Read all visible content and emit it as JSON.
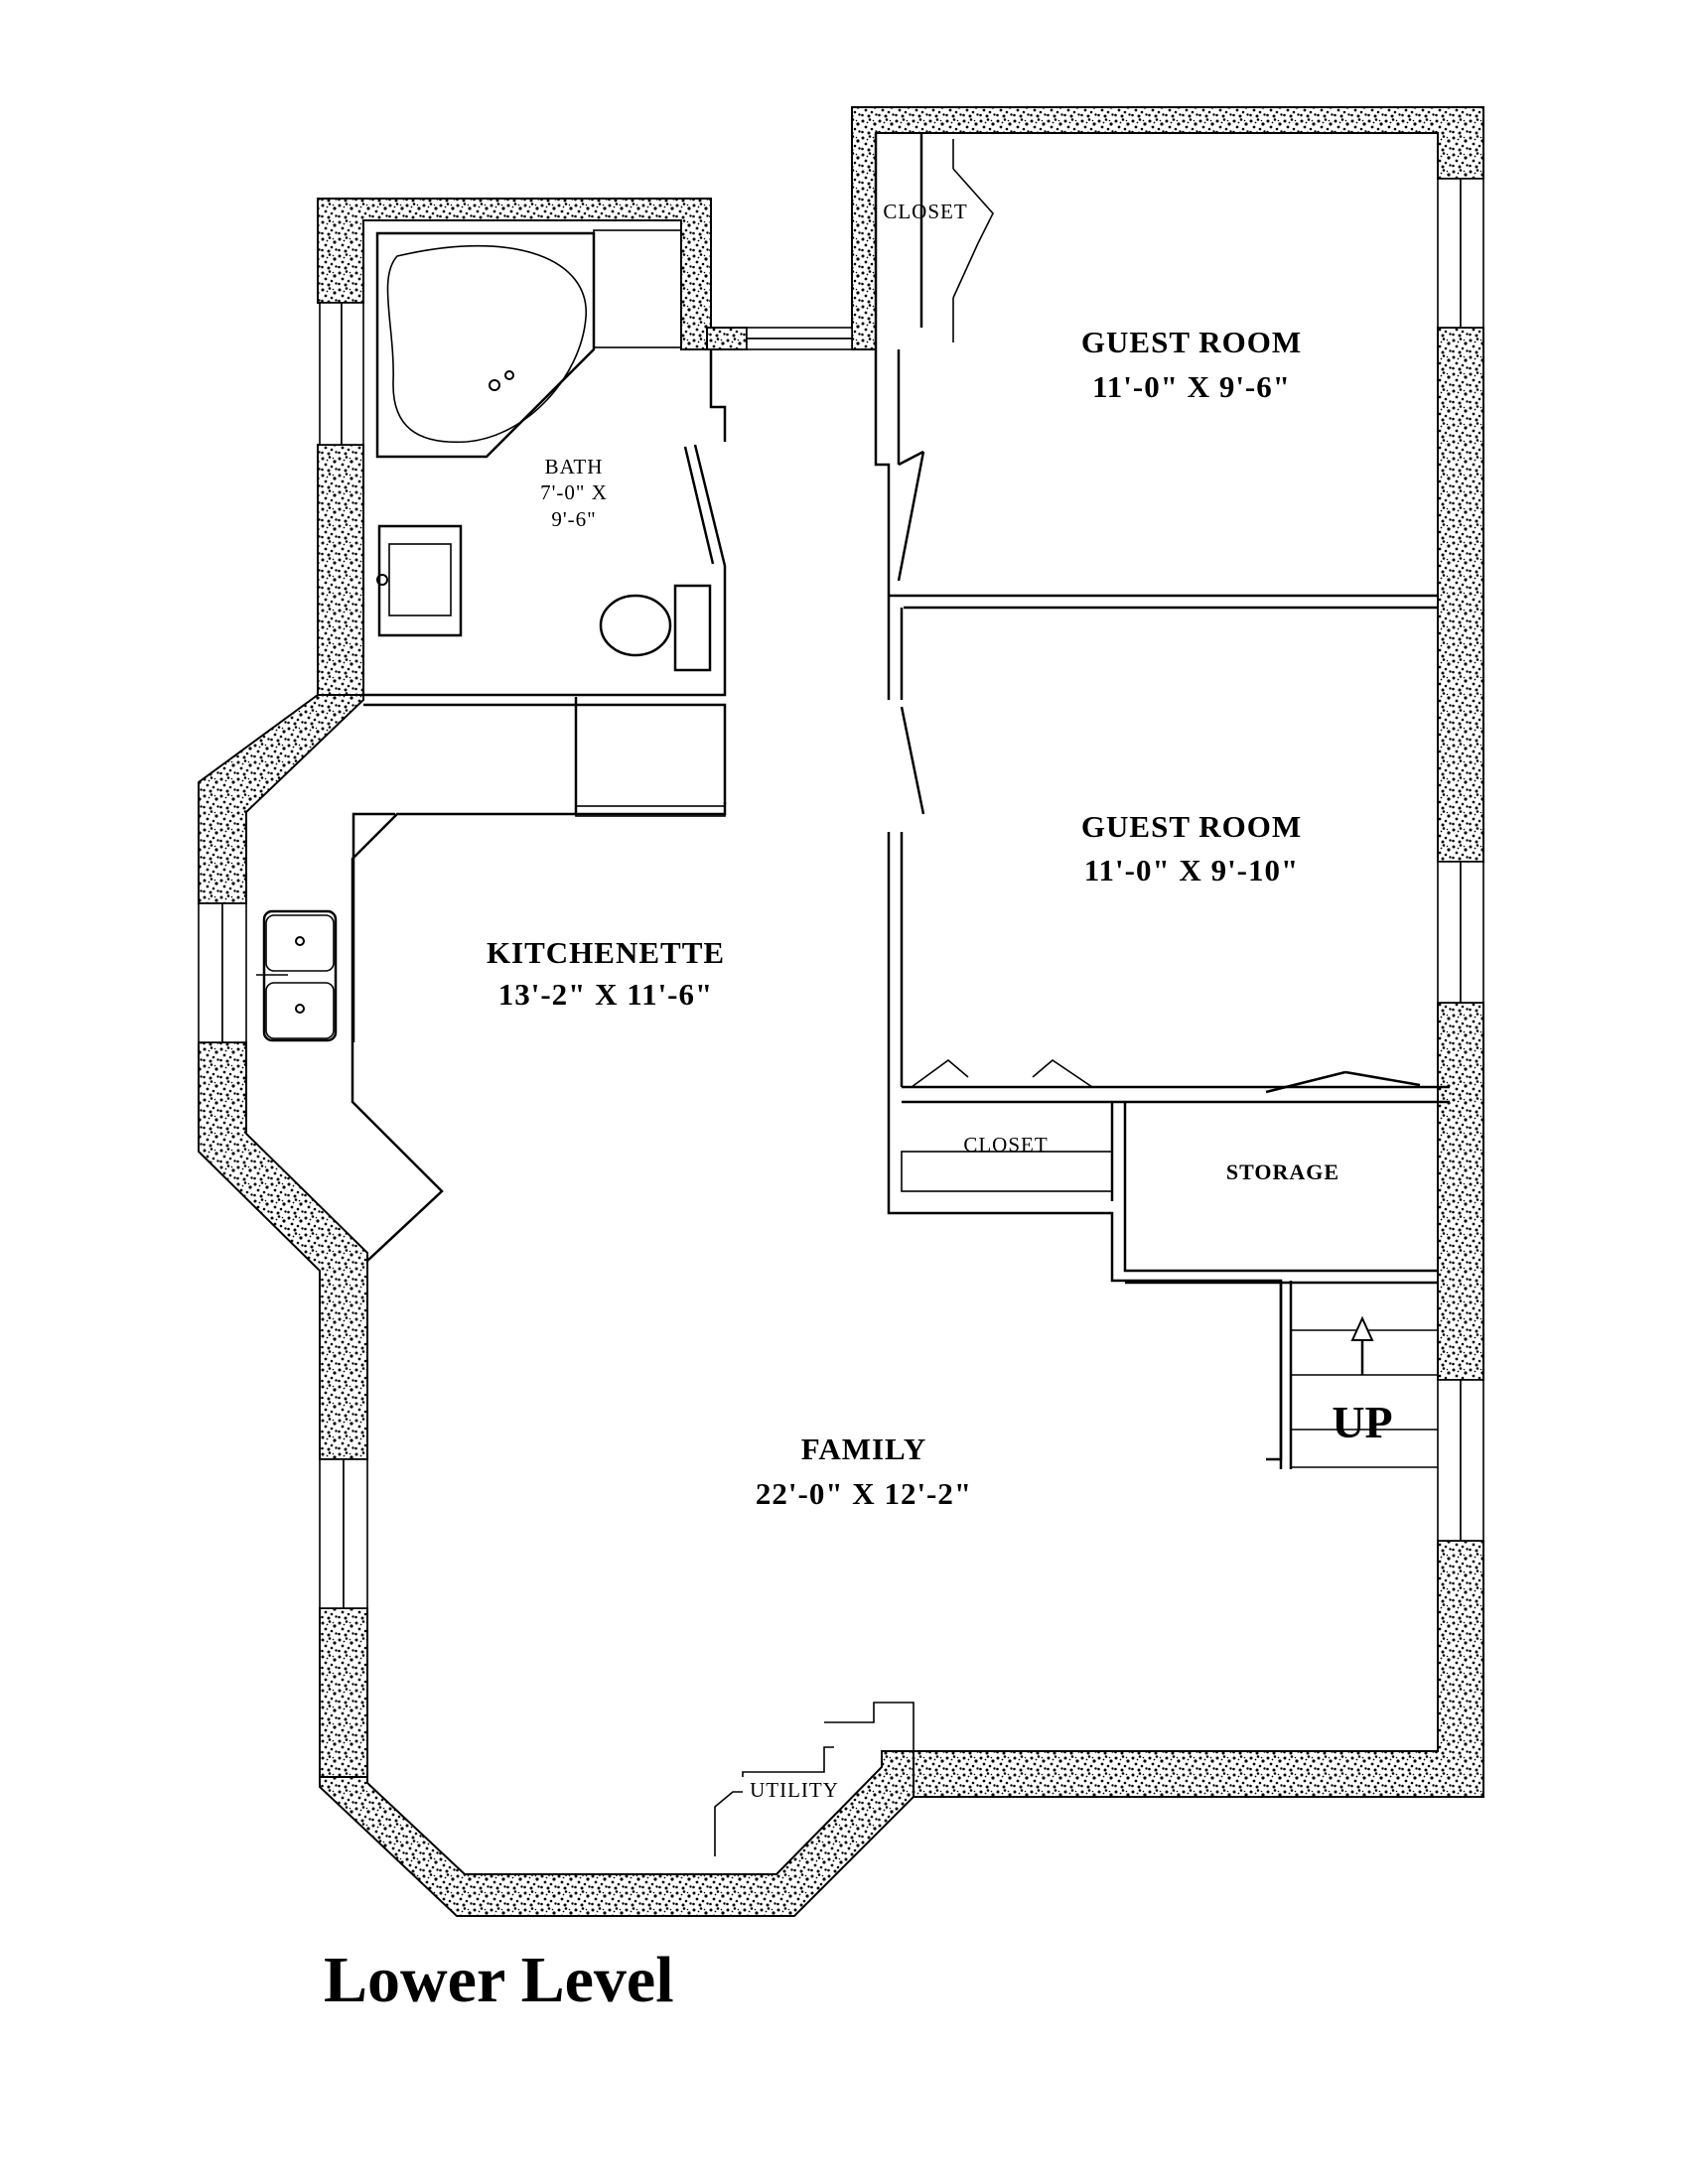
{
  "title": "Lower Level",
  "rooms": {
    "guest_room_1": {
      "name": "GUEST ROOM",
      "size": "11'-0\" X 9'-6\""
    },
    "guest_room_2": {
      "name": "GUEST ROOM",
      "size": "11'-0\" X 9'-10\""
    },
    "bath": {
      "name": "BATH",
      "size_line1": "7'-0\" X",
      "size_line2": "9'-6\""
    },
    "kitchenette": {
      "name": "KITCHENETTE",
      "size": "13'-2\" X 11'-6\""
    },
    "family": {
      "name": "FAMILY",
      "size": "22'-0\" X 12'-2\""
    },
    "closet_upper": {
      "name": "CLOSET"
    },
    "closet_lower": {
      "name": "CLOSET"
    },
    "storage": {
      "name": "STORAGE"
    },
    "utility": {
      "name": "UTILITY"
    }
  },
  "stairs": {
    "label": "UP"
  }
}
